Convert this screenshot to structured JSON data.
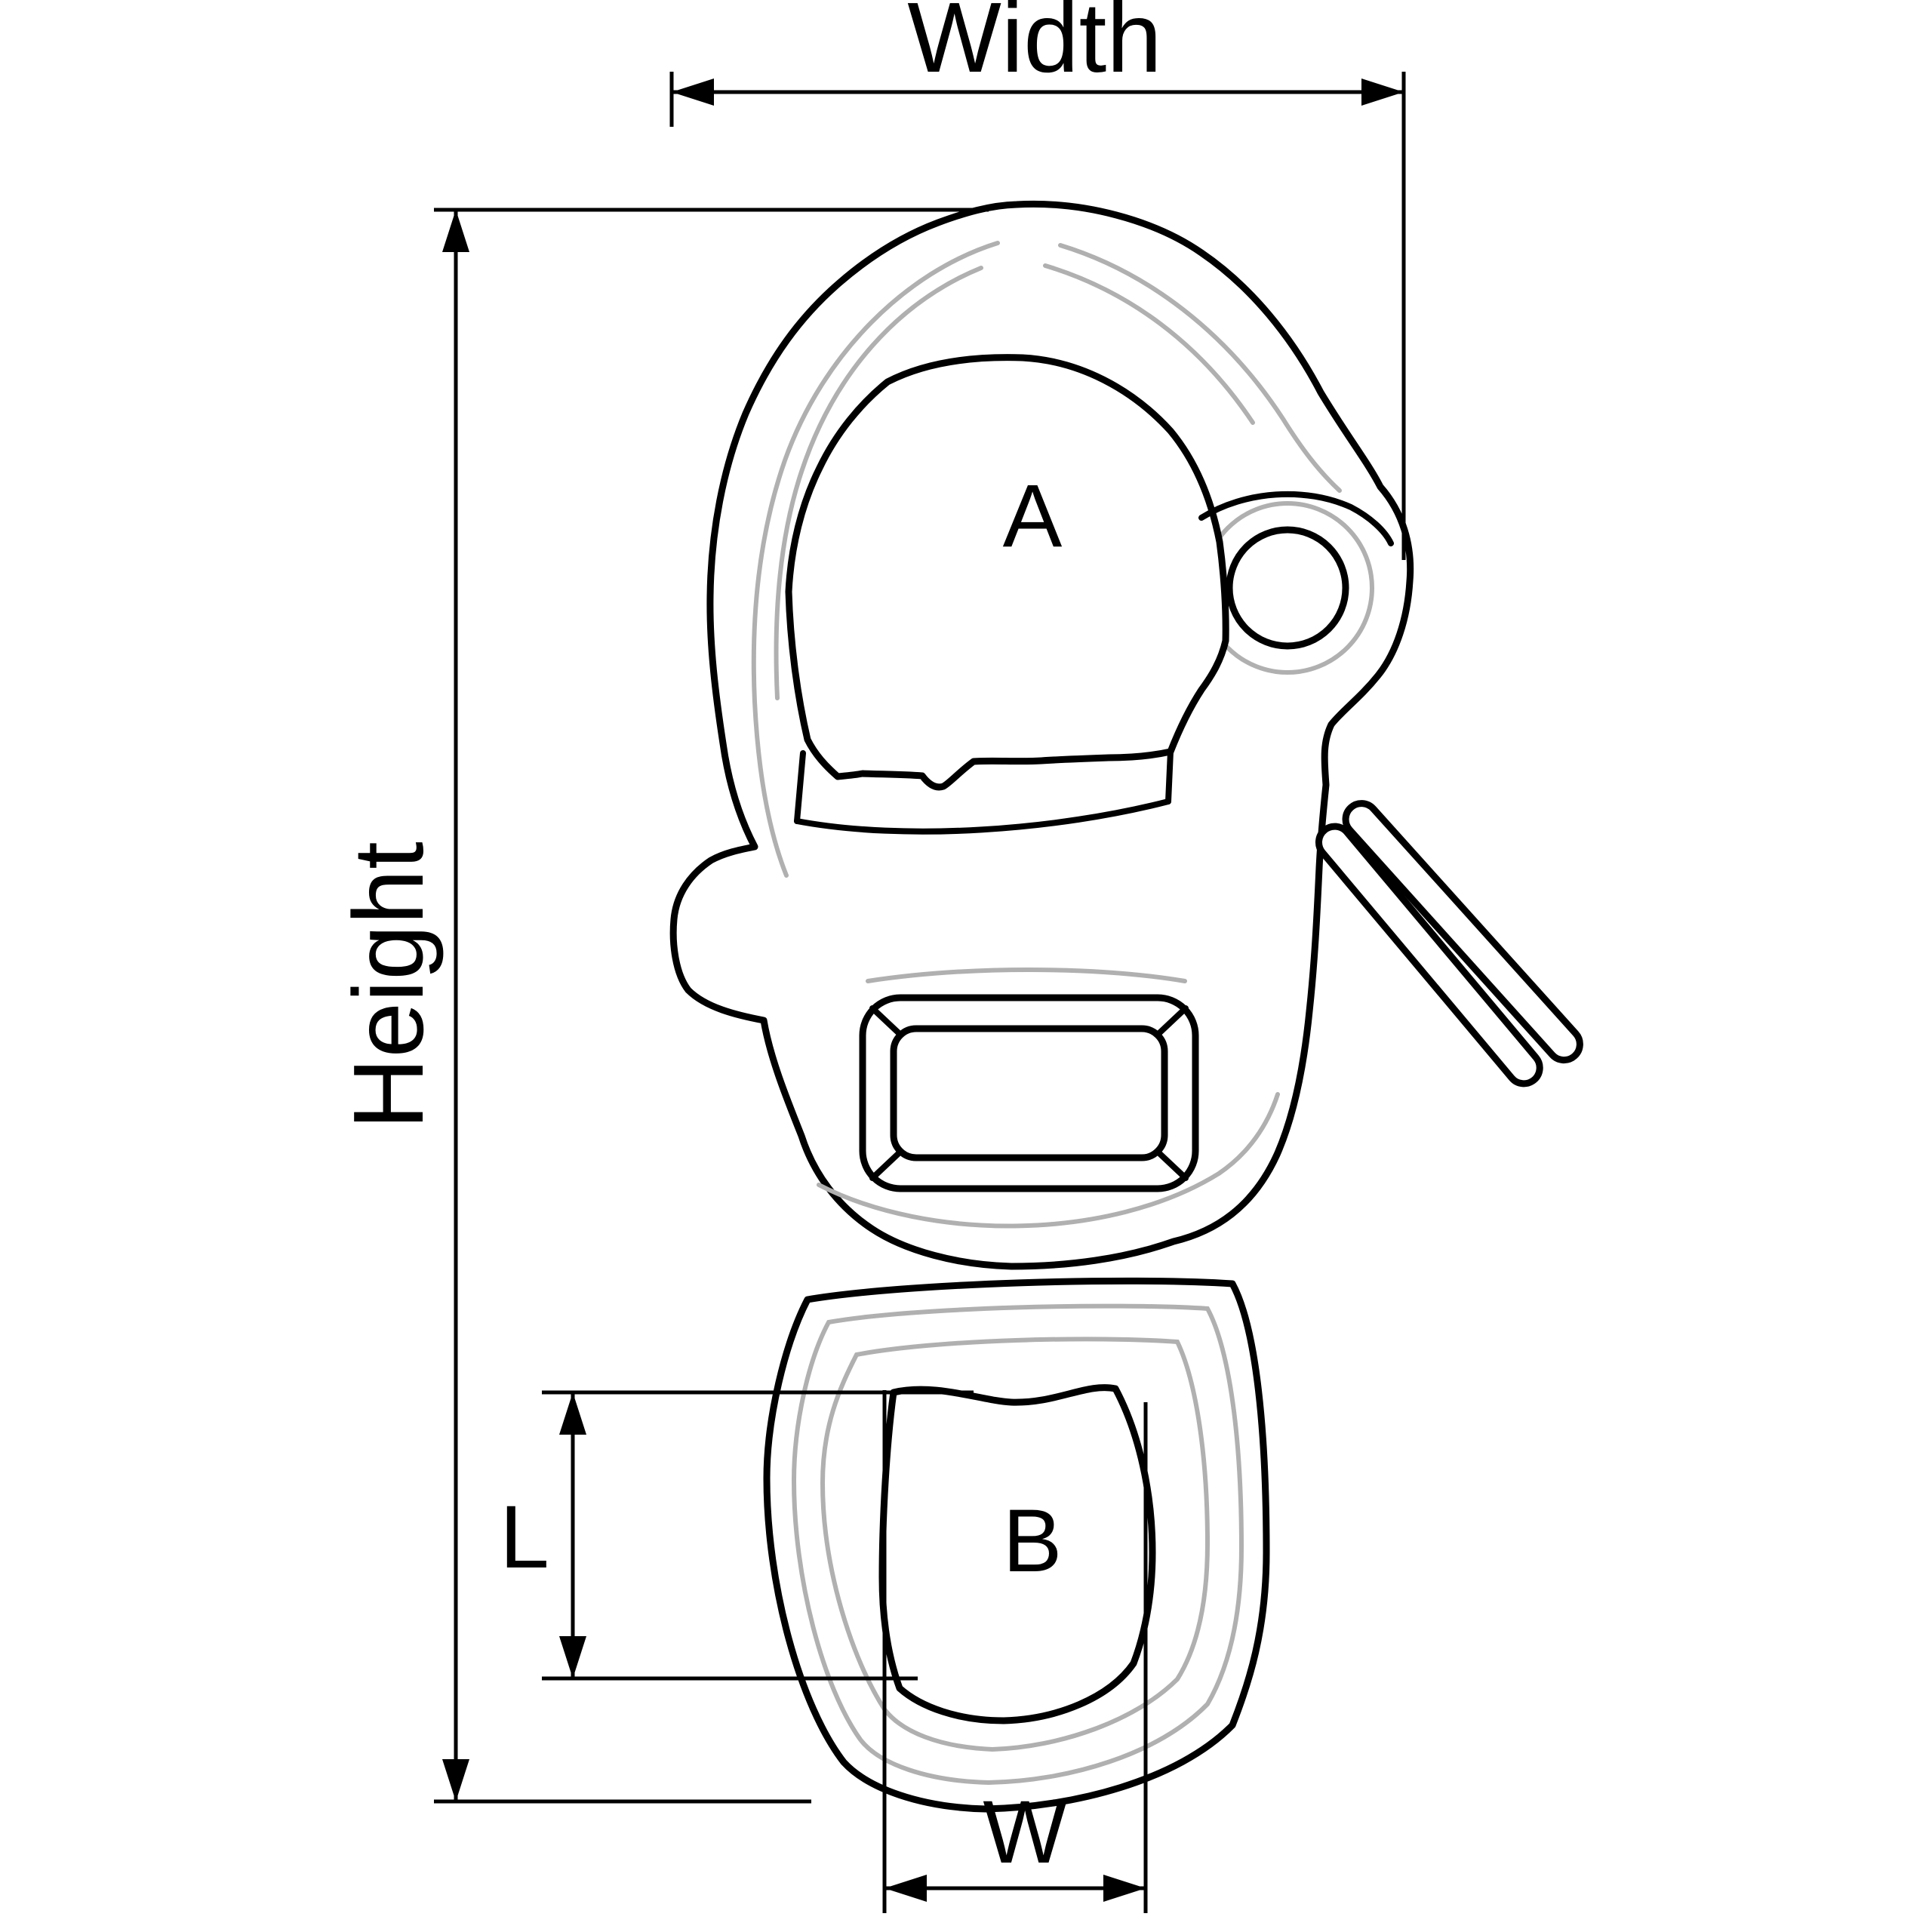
{
  "labels": {
    "width": "Width",
    "height": "Height",
    "a": "A",
    "b": "B",
    "l": "L",
    "w": "W"
  },
  "colors": {
    "outline": "#000000",
    "contour": "#b0b0b0",
    "background": "#ffffff"
  }
}
